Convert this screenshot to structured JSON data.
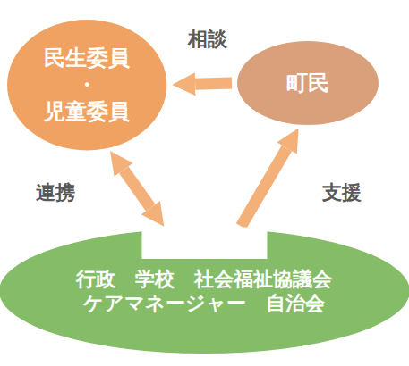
{
  "diagram": {
    "nodes": [
      {
        "text": [
          "民生委員 ・ 児童委員"
        ]
      },
      {
        "text": [
          "町民"
        ]
      },
      {
        "text": [
          "行政　学校　社会福祉協議会 ケアマネージャー　自治会"
        ]
      }
    ],
    "edges": [
      {
        "from": 1,
        "to": 0,
        "label": "相談",
        "arrow": "to"
      },
      {
        "from": 0,
        "to": 2,
        "label": "連携",
        "arrow": "both"
      },
      {
        "from": 2,
        "to": 1,
        "label": "支援",
        "arrow": "to"
      }
    ]
  }
}
